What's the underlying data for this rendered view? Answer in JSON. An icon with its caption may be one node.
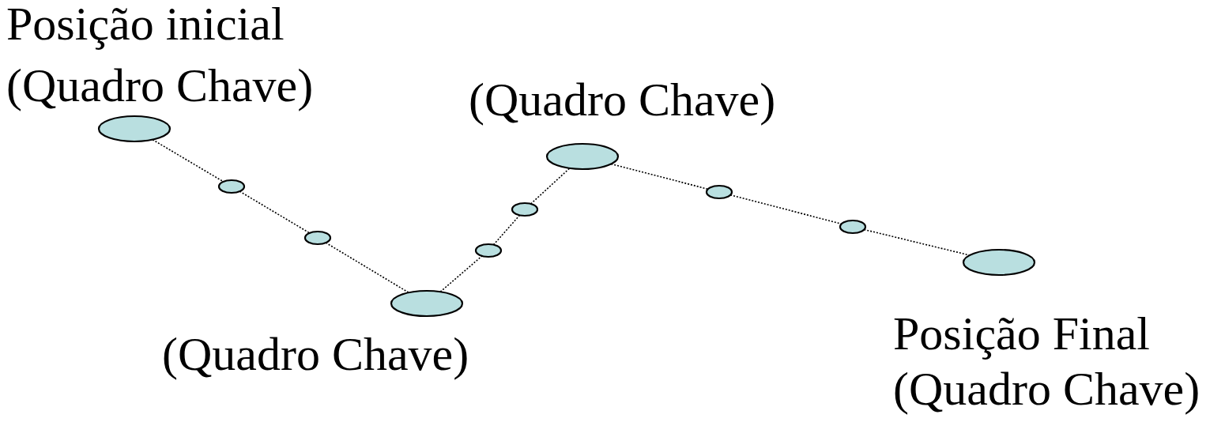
{
  "diagram": {
    "nodes": [
      {
        "text": [
          "Posição inicial",
          "(Quadro Chave)"
        ]
      },
      {
        "text": [],
        "shape": "ellipse"
      },
      {
        "text": [],
        "shape": "ellipse"
      },
      {
        "text": [
          "(Quadro Chave)"
        ]
      },
      {
        "text": [],
        "shape": "ellipse"
      },
      {
        "text": [],
        "shape": "ellipse"
      },
      {
        "text": [
          "(Quadro Chave)"
        ]
      },
      {
        "text": [],
        "shape": "ellipse"
      },
      {
        "text": [],
        "shape": "ellipse"
      },
      {
        "text": [
          "Posição Final",
          "(Quadro Chave)"
        ]
      }
    ],
    "edges": [
      {
        "from": 0,
        "to": 1,
        "arrow": "none"
      },
      {
        "from": 1,
        "to": 2,
        "arrow": "none"
      },
      {
        "from": 2,
        "to": 3,
        "arrow": "none"
      },
      {
        "from": 3,
        "to": 4,
        "arrow": "none"
      },
      {
        "from": 4,
        "to": 5,
        "arrow": "none"
      },
      {
        "from": 5,
        "to": 6,
        "arrow": "none"
      },
      {
        "from": 6,
        "to": 7,
        "arrow": "none"
      },
      {
        "from": 7,
        "to": 8,
        "arrow": "none"
      },
      {
        "from": 8,
        "to": 9,
        "arrow": "none"
      }
    ]
  }
}
